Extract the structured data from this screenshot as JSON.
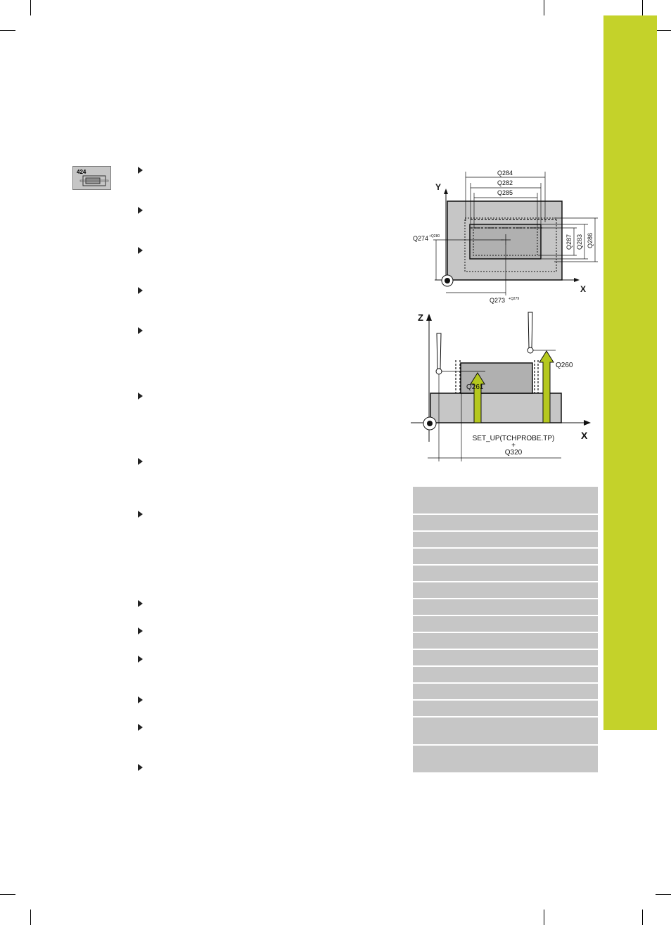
{
  "cycle_icon": {
    "number": "424",
    "name": "cycle-424-icon"
  },
  "bullets": [
    "bullet-1",
    "bullet-2",
    "bullet-3",
    "bullet-4",
    "bullet-5",
    "bullet-6",
    "bullet-7",
    "bullet-8",
    "bullet-9",
    "bullet-10",
    "bullet-11",
    "bullet-12",
    "bullet-13",
    "bullet-14"
  ],
  "top_diagram": {
    "axis_y": "Y",
    "axis_x": "X",
    "q284": "Q284",
    "q282": "Q282",
    "q285": "Q285",
    "q287": "Q287",
    "q283": "Q283",
    "q286": "Q286",
    "q274": "Q274",
    "q274_sup": "+Q280",
    "q273": "Q273",
    "q273_sup": "+Q279"
  },
  "bottom_diagram": {
    "axis_z": "Z",
    "axis_x": "X",
    "q260": "Q260",
    "q261": "Q261",
    "setup_line1": "SET_UP(TCHPROBE.TP)",
    "setup_line2": "+",
    "setup_line3": "Q320"
  },
  "colors": {
    "accent_green": "#c4d22a",
    "arrow_green": "#b5c81e",
    "panel_gray": "#c6c6c6"
  }
}
